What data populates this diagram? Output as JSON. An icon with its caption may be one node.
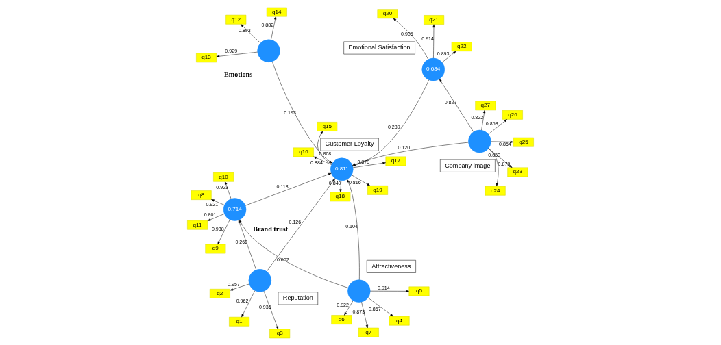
{
  "diagram": {
    "nodes": [
      {
        "text": [
          "q2"
        ]
      },
      {
        "text": [
          "q3"
        ]
      },
      {
        "text": [
          "q1"
        ]
      },
      {
        "text": [],
        "shape": "circle"
      },
      {
        "text": [
          "Reputation"
        ]
      },
      {
        "text": [
          "q15"
        ]
      },
      {
        "text": [
          "q16"
        ]
      },
      {
        "text": [
          "q17"
        ]
      },
      {
        "text": [
          "q18"
        ]
      },
      {
        "text": [
          "q19"
        ]
      },
      {
        "text": [
          "q23"
        ]
      },
      {
        "text": [
          "q24"
        ]
      },
      {
        "text": [
          "q25"
        ]
      },
      {
        "text": [
          "q26"
        ]
      },
      {
        "text": [
          "q27"
        ]
      },
      {
        "text": [],
        "shape": "circle"
      },
      {
        "text": [
          "Company image"
        ]
      },
      {
        "text": [
          "q10"
        ]
      },
      {
        "text": [
          "q11"
        ]
      },
      {
        "text": [
          "q8"
        ]
      },
      {
        "text": [
          "q9"
        ]
      },
      {
        "text": [
          "0.714"
        ],
        "beside": [
          "Brand trust"
        ]
      },
      {
        "text": [
          "0.811"
        ]
      },
      {
        "text": [
          "Customer Loyalty"
        ]
      },
      {
        "text": [
          "q4"
        ]
      },
      {
        "text": [
          "q5"
        ]
      },
      {
        "text": [
          "q6"
        ]
      },
      {
        "text": [
          "q7"
        ]
      },
      {
        "text": [],
        "shape": "circle"
      },
      {
        "text": [
          "Attractiveness"
        ]
      },
      {
        "text": [],
        "shape": "circle",
        "beside": [
          "Emotions"
        ]
      },
      {
        "text": [
          "q20"
        ]
      },
      {
        "text": [
          "q21"
        ]
      },
      {
        "text": [
          "q22"
        ]
      },
      {
        "text": [
          "0.684"
        ]
      },
      {
        "text": [
          "Emotional Satisfaction"
        ]
      },
      {
        "text": [
          "q12"
        ]
      },
      {
        "text": [
          "q13"
        ]
      },
      {
        "text": [
          "q14"
        ]
      }
    ],
    "edges": [
      {
        "from": 3,
        "to": 0,
        "arrow": "to",
        "label": "0.957"
      },
      {
        "from": 3,
        "to": 1,
        "arrow": "to",
        "label": "0.936"
      },
      {
        "from": 3,
        "to": 2,
        "arrow": "to",
        "label": "0.962"
      },
      {
        "from": 3,
        "to": 21,
        "arrow": "to",
        "label": "0.268"
      },
      {
        "from": 3,
        "to": 22,
        "arrow": "to",
        "label": "0.126"
      },
      {
        "from": 22,
        "to": 5,
        "arrow": "to",
        "label": "0.808"
      },
      {
        "from": 22,
        "to": 6,
        "arrow": "to",
        "label": "0.884"
      },
      {
        "from": 22,
        "to": 7,
        "arrow": "to",
        "label": "0.879"
      },
      {
        "from": 22,
        "to": 8,
        "arrow": "to",
        "label": "0.840"
      },
      {
        "from": 22,
        "to": 9,
        "arrow": "to",
        "label": "0.816"
      },
      {
        "from": 15,
        "to": 22,
        "arrow": "to",
        "label": "0.120"
      },
      {
        "from": 15,
        "to": 10,
        "arrow": "to",
        "label": "0.860"
      },
      {
        "from": 15,
        "to": 11,
        "arrow": "to",
        "label": "0.878"
      },
      {
        "from": 15,
        "to": 12,
        "arrow": "to",
        "label": "0.854"
      },
      {
        "from": 15,
        "to": 13,
        "arrow": "to",
        "label": "0.858"
      },
      {
        "from": 15,
        "to": 14,
        "arrow": "to",
        "label": "0.822"
      },
      {
        "from": 15,
        "to": 34,
        "arrow": "to",
        "label": "0.827"
      },
      {
        "from": 21,
        "to": 17,
        "arrow": "to",
        "label": "0.923"
      },
      {
        "from": 21,
        "to": 18,
        "arrow": "to",
        "label": "0.801"
      },
      {
        "from": 21,
        "to": 19,
        "arrow": "to",
        "label": "0.921"
      },
      {
        "from": 21,
        "to": 20,
        "arrow": "to",
        "label": "0.938"
      },
      {
        "from": 21,
        "to": 22,
        "arrow": "to",
        "label": "0.118"
      },
      {
        "from": 28,
        "to": 21,
        "arrow": "to",
        "label": "0.602"
      },
      {
        "from": 28,
        "to": 22,
        "arrow": "to",
        "label": "0.104"
      },
      {
        "from": 28,
        "to": 24,
        "arrow": "to",
        "label": "0.867"
      },
      {
        "from": 28,
        "to": 25,
        "arrow": "to",
        "label": "0.914"
      },
      {
        "from": 28,
        "to": 26,
        "arrow": "to",
        "label": "0.922"
      },
      {
        "from": 28,
        "to": 27,
        "arrow": "to",
        "label": "0.873"
      },
      {
        "from": 30,
        "to": 22,
        "arrow": "to",
        "label": "0.193"
      },
      {
        "from": 34,
        "to": 22,
        "arrow": "to",
        "label": "0.289"
      },
      {
        "from": 30,
        "to": 36,
        "arrow": "to",
        "label": "0.893"
      },
      {
        "from": 30,
        "to": 37,
        "arrow": "to",
        "label": "0.929"
      },
      {
        "from": 30,
        "to": 38,
        "arrow": "to",
        "label": "0.882"
      },
      {
        "from": 34,
        "to": 31,
        "arrow": "to",
        "label": "0.905"
      },
      {
        "from": 34,
        "to": 32,
        "arrow": "to",
        "label": "0.914"
      },
      {
        "from": 34,
        "to": 33,
        "arrow": "to",
        "label": "0.893"
      }
    ]
  }
}
